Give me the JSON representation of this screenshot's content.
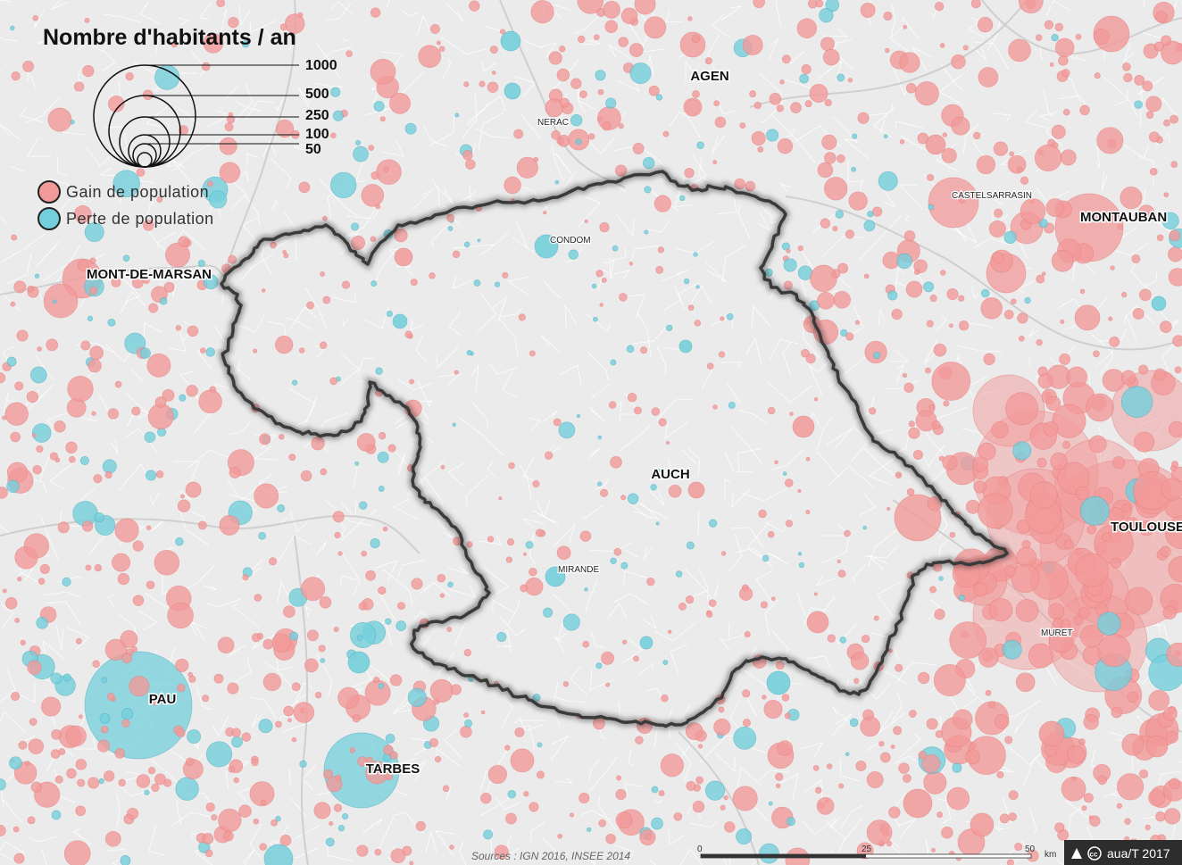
{
  "legend": {
    "title": "Nombre d'habitants / an",
    "sizes": [
      "1000",
      "500",
      "250",
      "100",
      "50"
    ],
    "gain_label": "Gain de population",
    "loss_label": "Perte de population"
  },
  "colors": {
    "gain": "#f29a9a",
    "gain_stroke": "#e67d7d",
    "loss": "#74cfdc",
    "loss_stroke": "#48aebf",
    "background": "#ebebeb",
    "boundary": "#3a3a3a"
  },
  "cities": {
    "agen": "AGEN",
    "nerac": "NERAC",
    "castelsarrasin": "CASTELSARRASIN",
    "montauban": "MONTAUBAN",
    "mont_de_marsan": "MONT-DE-MARSAN",
    "condom": "CONDOM",
    "auch": "AUCH",
    "toulouse": "TOULOUSE",
    "mirande": "MIRANDE",
    "muret": "MURET",
    "pau": "PAU",
    "tarbes": "TARBES"
  },
  "source": "Sources : IGN 2016, INSEE 2014",
  "scale": {
    "ticks": [
      "0",
      "25",
      "50"
    ],
    "unit": "km"
  },
  "credit": "aua/T 2017",
  "icons": [
    "north-arrow-icon",
    "creative-commons-icon"
  ]
}
